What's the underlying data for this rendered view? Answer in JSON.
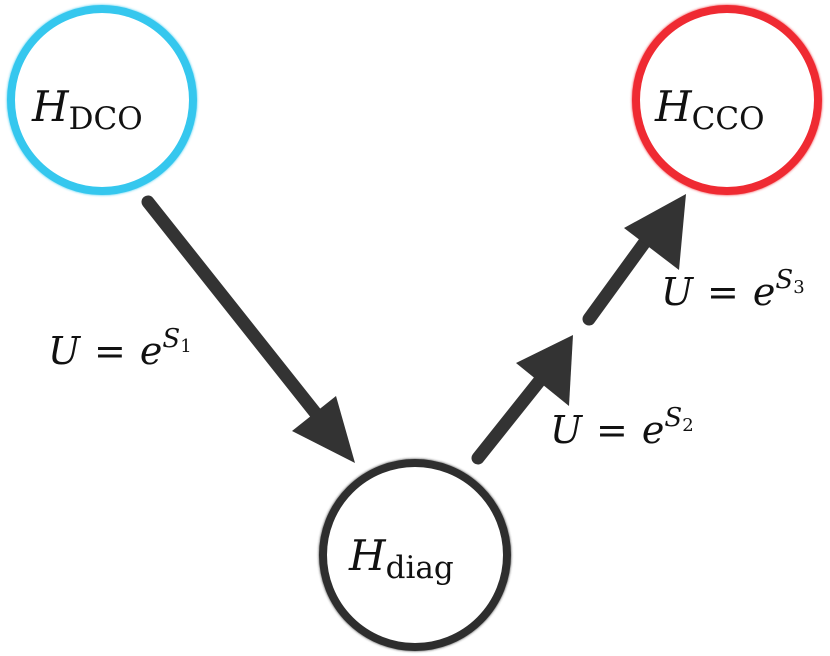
{
  "colors": {
    "background": "#ffffff",
    "arrow": "#333333",
    "text": "#111111",
    "node_dco": "#35c7ee",
    "node_cco": "#ef2a32",
    "node_diag": "#2f2f2f"
  },
  "nodes": {
    "dco": {
      "symbol": "H",
      "subscript": "DCO"
    },
    "cco": {
      "symbol": "H",
      "subscript": "CCO"
    },
    "diag": {
      "symbol": "H",
      "subscript": "diag"
    }
  },
  "edges": {
    "s1": {
      "lhs": "U",
      "eq": "=",
      "base": "e",
      "exp_symbol": "S",
      "exp_index": "1"
    },
    "s2": {
      "lhs": "U",
      "eq": "=",
      "base": "e",
      "exp_symbol": "S",
      "exp_index": "2"
    },
    "s3": {
      "lhs": "U",
      "eq": "=",
      "base": "e",
      "exp_symbol": "S",
      "exp_index": "3"
    }
  }
}
